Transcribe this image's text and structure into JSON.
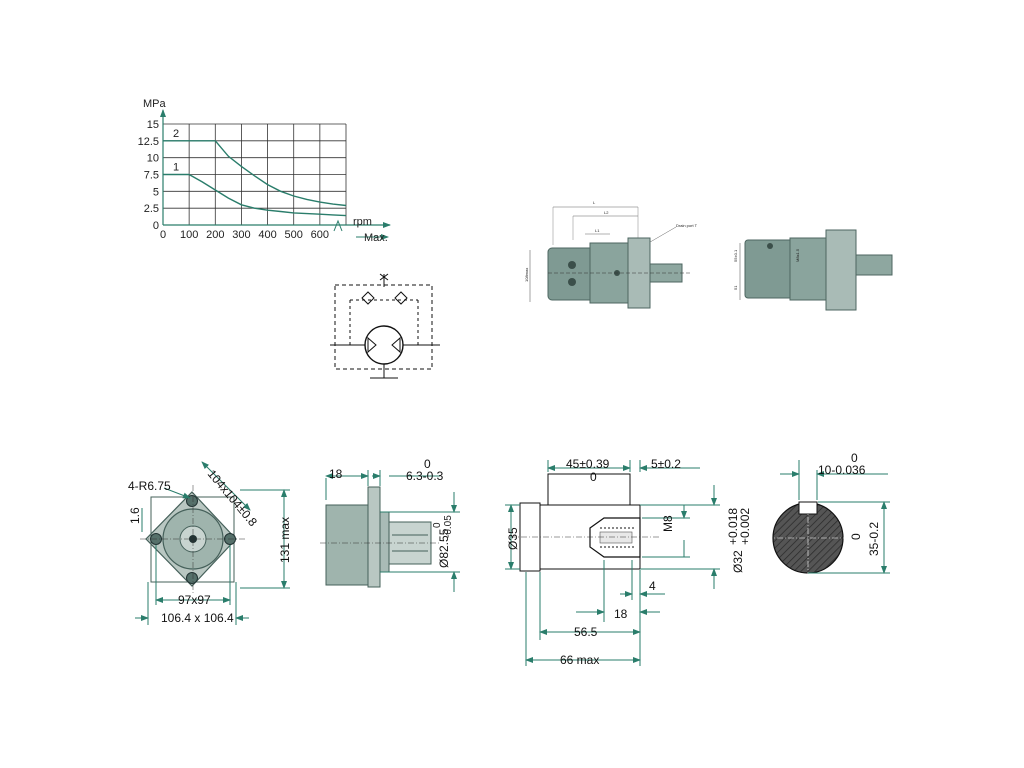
{
  "colors": {
    "dim_line": "#2a7d6b",
    "body": "#9fb4ad",
    "body_dark": "#6c8781",
    "flange": "#b9c7c2",
    "section": "#555555"
  },
  "chart_data": {
    "type": "line",
    "ylabel": "MPa",
    "xlabel_1": "rpm",
    "xlabel_2": "Max.",
    "y_ticks": [
      "15",
      "12.5",
      "10",
      "7.5",
      "5",
      "2.5",
      "0"
    ],
    "x_ticks": [
      "0",
      "100",
      "200",
      "300",
      "400",
      "500",
      "600"
    ],
    "ylim": [
      0,
      15
    ],
    "xlim": [
      0,
      700
    ],
    "grid": true,
    "series": [
      {
        "name": "2",
        "x": [
          200,
          250,
          300,
          350,
          400,
          450,
          500,
          550,
          600,
          650,
          700
        ],
        "y": [
          12.5,
          10.2,
          8.7,
          7.3,
          6.0,
          5.0,
          4.3,
          3.8,
          3.4,
          3.1,
          2.9
        ]
      },
      {
        "name": "1",
        "x": [
          100,
          150,
          200,
          250,
          300,
          350,
          400,
          450,
          500,
          550,
          600,
          650,
          700
        ],
        "y": [
          7.5,
          6.4,
          5.2,
          4.0,
          3.0,
          2.5,
          2.2,
          2.0,
          1.8,
          1.7,
          1.6,
          1.5,
          1.4
        ]
      }
    ]
  },
  "photo_labels": {
    "L": "L",
    "L2": "L2",
    "L1": "L1",
    "drain": "Drain port T",
    "height": "108max",
    "side_a": "55±0.1",
    "side_b": "51",
    "side_c": "M8x1.5"
  },
  "front_view": {
    "radius": "4-R6.75",
    "diag": "104x104±0.8",
    "hole": "1.6",
    "height": "131 max",
    "bolt": "97x97",
    "outer": "106.4 x 106.4"
  },
  "side_view": {
    "flange": "18",
    "pilot_top": "0",
    "pilot_bot": "6.3-0.3",
    "pilot_dia": "Ø82.55",
    "pilot_tol_top": "0",
    "pilot_tol_bot": "-0.05"
  },
  "shaft_view": {
    "len_main": "45±0.39",
    "len_main_tol": "0",
    "key_pos": "5±0.2",
    "thread": "M8",
    "dia_left": "Ø35",
    "dia_shaft": "Ø32",
    "dia_tol_top": "+0.018",
    "dia_tol_bot": "+0.002",
    "d4": "4",
    "d18": "18",
    "d565": "56.5",
    "d66": "66 max"
  },
  "shaft_section": {
    "key_top": "0",
    "key_width": "10-0.036",
    "height_top": "0",
    "height": "35-0.2"
  }
}
